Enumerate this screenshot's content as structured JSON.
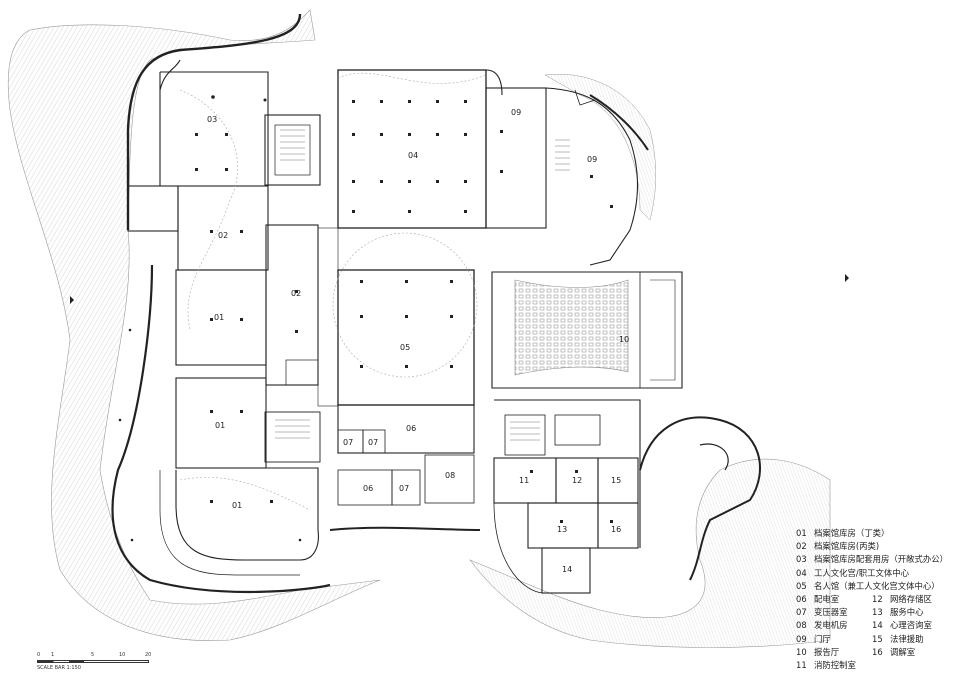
{
  "rooms": {
    "r01": "01",
    "r02": "02",
    "r03": "03",
    "r04": "04",
    "r05": "05",
    "r06": "06",
    "r07": "07",
    "r08": "08",
    "r09": "09",
    "r10": "10",
    "r11": "11",
    "r12": "12",
    "r13": "13",
    "r14": "14",
    "r15": "15",
    "r16": "16"
  },
  "legend": [
    {
      "num": "01",
      "text": "档案馆库房（丁类）"
    },
    {
      "num": "02",
      "text": "档案馆库房(丙类)"
    },
    {
      "num": "03",
      "text": "档案馆库房配套用房（开敞式办公）"
    },
    {
      "num": "04",
      "text": "工人文化宫/职工文体中心"
    },
    {
      "num": "05",
      "text": "名人馆（兼工人文化宫文体中心）"
    },
    {
      "num": "06",
      "text": "配电室",
      "num2": "12",
      "text2": "网络存储区"
    },
    {
      "num": "07",
      "text": "变压器室",
      "num2": "13",
      "text2": "服务中心"
    },
    {
      "num": "08",
      "text": "发电机房",
      "num2": "14",
      "text2": "心理咨询室"
    },
    {
      "num": "09",
      "text": "门厅",
      "num2": "15",
      "text2": "法律援助"
    },
    {
      "num": "10",
      "text": "报告厅",
      "num2": "16",
      "text2": "调解室"
    },
    {
      "num": "11",
      "text": "消防控制室"
    }
  ],
  "scale": {
    "ticks": [
      "0",
      "1",
      "5",
      "10",
      "20"
    ],
    "label": "SCALE BAR 1:150"
  }
}
